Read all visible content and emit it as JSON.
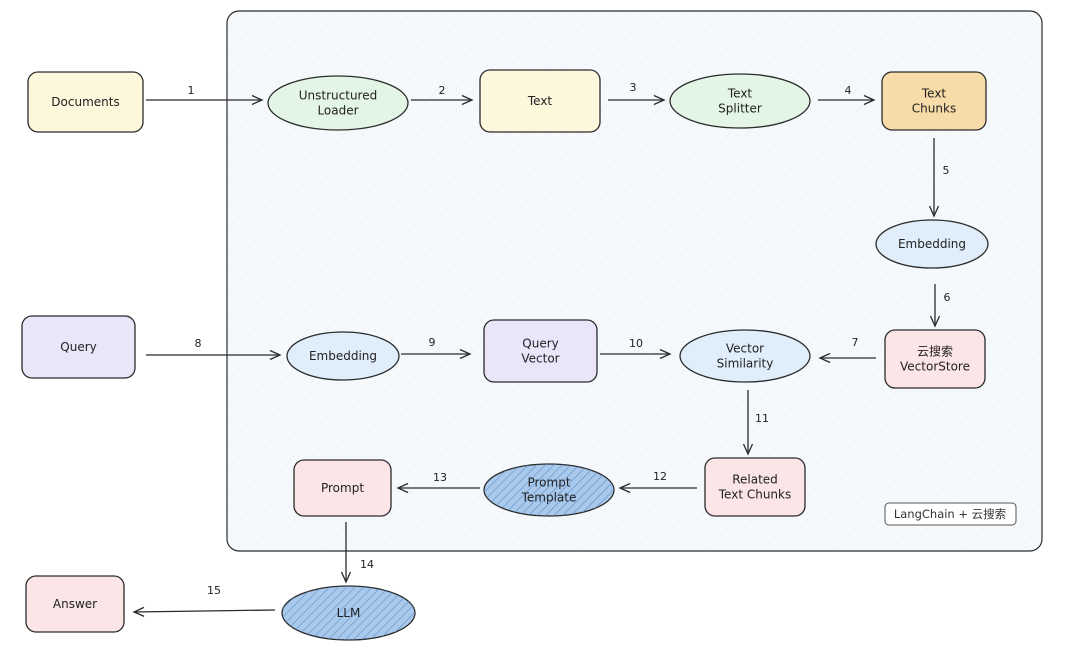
{
  "nodes": {
    "documents": {
      "lines": [
        "Documents"
      ],
      "fill": "#fdf7dc"
    },
    "unstructured_loader": {
      "lines": [
        "Unstructured",
        "Loader"
      ],
      "fill": "#e3f5e4"
    },
    "text": {
      "lines": [
        "Text"
      ],
      "fill": "#fdf7dc"
    },
    "text_splitter": {
      "lines": [
        "Text",
        "Splitter"
      ],
      "fill": "#e3f5e4"
    },
    "text_chunks": {
      "lines": [
        "Text",
        "Chunks"
      ],
      "fill": "#f7dba8"
    },
    "embedding_doc": {
      "lines": [
        "Embedding"
      ],
      "fill": "#e0eefb"
    },
    "vectorstore": {
      "lines": [
        "云搜索",
        "VectorStore"
      ],
      "fill": "#fbe5e6"
    },
    "query": {
      "lines": [
        "Query"
      ],
      "fill": "#ebe5fa"
    },
    "embedding_query": {
      "lines": [
        "Embedding"
      ],
      "fill": "#e0eefb"
    },
    "query_vector": {
      "lines": [
        "Query",
        "Vector"
      ],
      "fill": "#ebe5fa"
    },
    "vector_similarity": {
      "lines": [
        "Vector",
        "Similarity"
      ],
      "fill": "#e0eefb"
    },
    "related_chunks": {
      "lines": [
        "Related",
        "Text Chunks"
      ],
      "fill": "#fbe5e6"
    },
    "prompt_template": {
      "lines": [
        "Prompt",
        "Template"
      ],
      "fill": "#a9c9ec",
      "hatched": true
    },
    "prompt": {
      "lines": [
        "Prompt"
      ],
      "fill": "#fbe5e6"
    },
    "llm": {
      "lines": [
        "LLM"
      ],
      "fill": "#a9c9ec",
      "hatched": true
    },
    "answer": {
      "lines": [
        "Answer"
      ],
      "fill": "#fbe5e6"
    }
  },
  "edges": [
    {
      "label": "1",
      "from": "documents",
      "to": "unstructured_loader"
    },
    {
      "label": "2",
      "from": "unstructured_loader",
      "to": "text"
    },
    {
      "label": "3",
      "from": "text",
      "to": "text_splitter"
    },
    {
      "label": "4",
      "from": "text_splitter",
      "to": "text_chunks"
    },
    {
      "label": "5",
      "from": "text_chunks",
      "to": "embedding_doc"
    },
    {
      "label": "6",
      "from": "embedding_doc",
      "to": "vectorstore"
    },
    {
      "label": "7",
      "from": "vectorstore",
      "to": "vector_similarity"
    },
    {
      "label": "8",
      "from": "query",
      "to": "embedding_query"
    },
    {
      "label": "9",
      "from": "embedding_query",
      "to": "query_vector"
    },
    {
      "label": "10",
      "from": "query_vector",
      "to": "vector_similarity"
    },
    {
      "label": "11",
      "from": "vector_similarity",
      "to": "related_chunks"
    },
    {
      "label": "12",
      "from": "related_chunks",
      "to": "prompt_template"
    },
    {
      "label": "13",
      "from": "prompt_template",
      "to": "prompt"
    },
    {
      "label": "14",
      "from": "prompt",
      "to": "llm"
    },
    {
      "label": "15",
      "from": "llm",
      "to": "answer"
    }
  ],
  "container": {
    "tag": "LangChain + 云搜索",
    "fill": "#f5f9fc"
  }
}
